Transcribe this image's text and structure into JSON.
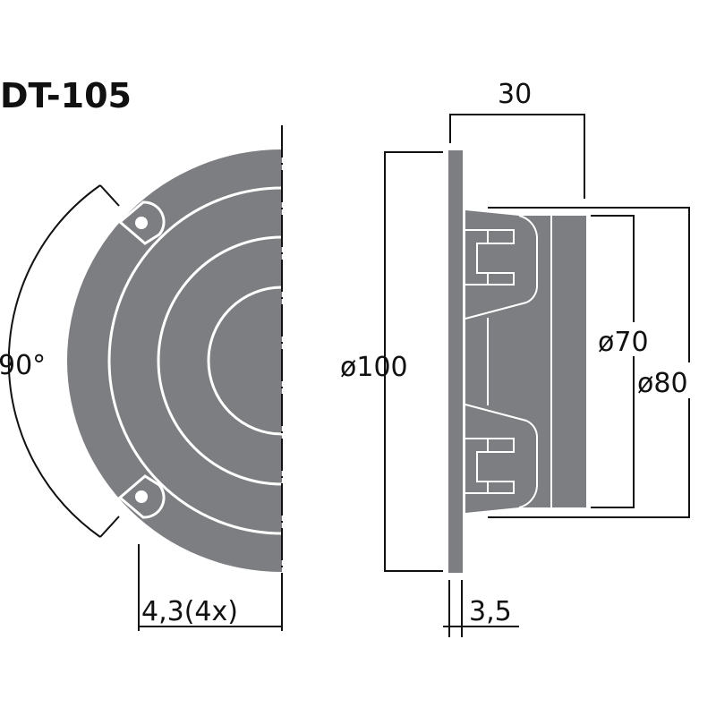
{
  "title": "DT-105",
  "dimensions": {
    "depth": "30",
    "diameter_plate": "ø100",
    "diameter_inner": "ø70",
    "diameter_body": "ø80",
    "plate_thickness": "3,5",
    "holes": "4,3(4x)",
    "angle": "90°"
  },
  "colors": {
    "fill": "#7d7e82",
    "line": "#111111"
  }
}
